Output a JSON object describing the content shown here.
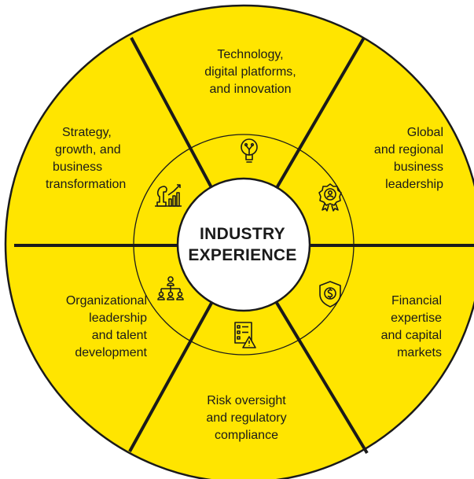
{
  "diagram": {
    "center": {
      "lines": [
        "INDUSTRY",
        "EXPERIENCE"
      ]
    },
    "segment_color": "#ffe500",
    "line_color": "#1a1a1a",
    "segments": [
      {
        "id": "technology",
        "lines": [
          "Technology,",
          "digital platforms,",
          "and innovation"
        ],
        "icon": "lightbulb-icon"
      },
      {
        "id": "global",
        "lines": [
          "Global",
          "and regional",
          "business",
          "leadership"
        ],
        "icon": "award-badge-icon"
      },
      {
        "id": "financial",
        "lines": [
          "Financial",
          "expertise",
          "and capital",
          "markets"
        ],
        "icon": "dollar-shield-icon"
      },
      {
        "id": "risk",
        "lines": [
          "Risk oversight",
          "and regulatory",
          "compliance"
        ],
        "icon": "checklist-warning-icon"
      },
      {
        "id": "organizational",
        "lines": [
          "Organizational",
          "leadership",
          "and talent",
          "development"
        ],
        "icon": "org-chart-icon"
      },
      {
        "id": "strategy",
        "lines": [
          "Strategy,",
          "growth, and",
          "business",
          "transformation"
        ],
        "icon": "chess-growth-icon"
      }
    ]
  }
}
